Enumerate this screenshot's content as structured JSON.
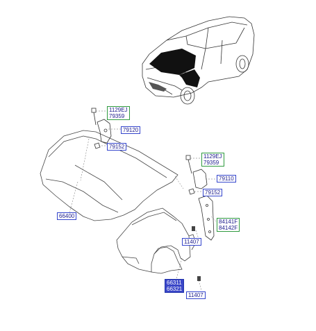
{
  "diagram": {
    "callouts": {
      "hinge_bolt_left": {
        "line1": "1129EJ",
        "line2": "79359",
        "color": "#2e9a3e"
      },
      "hinge_left": {
        "text": "79120",
        "color": "#3344cc"
      },
      "bumper_left": {
        "text": "79152",
        "color": "#3344cc"
      },
      "hinge_bolt_right": {
        "line1": "1129EJ",
        "line2": "79359",
        "color": "#2e9a3e"
      },
      "hinge_right": {
        "text": "79110",
        "color": "#3344cc"
      },
      "bumper_right": {
        "text": "79152",
        "color": "#3344cc"
      },
      "hood_panel": {
        "text": "66400",
        "color": "#3344cc"
      },
      "fender_brackets": {
        "line1": "84141F",
        "line2": "84142F",
        "color": "#2e9a3e"
      },
      "fender_bolt_upper": {
        "text": "11407",
        "color": "#3344cc"
      },
      "fender_panel": {
        "line1": "66311",
        "line2": "66321",
        "color": "#3a46c8"
      },
      "fender_bolt_lower": {
        "text": "11407",
        "color": "#3344cc"
      }
    }
  }
}
